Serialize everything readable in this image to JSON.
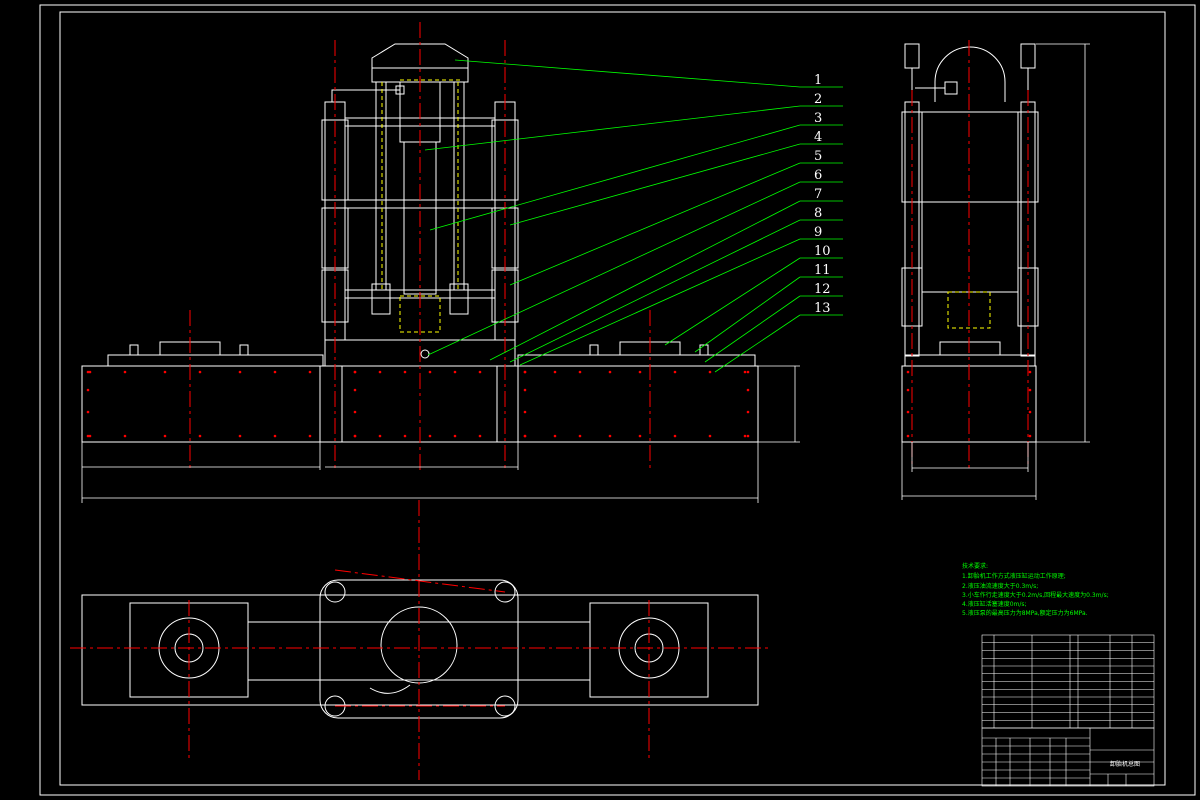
{
  "callouts": [
    "1",
    "2",
    "3",
    "4",
    "5",
    "6",
    "7",
    "8",
    "9",
    "10",
    "11",
    "12",
    "13"
  ],
  "tech_notes": {
    "heading": "技术要求:",
    "items": [
      "1.卸胎机工作方式液压缸运动工作原理;",
      "2.液压油流速度大于0.3m/s;",
      "3.小车作行走速度大于0.2m/s,回程最大速度为0.3m/s;",
      "4.液压缸活塞速度0m/s;",
      "5.液压泵的最高压力为8MPa,额定压力为6MPa."
    ]
  },
  "title_block": {
    "title": "卸胎机总图"
  },
  "colors": {
    "outline": "#ffffff",
    "leader": "#00ff00",
    "centerline": "#ff0000",
    "hidden": "#ffff00",
    "frame": "#ffffff"
  }
}
